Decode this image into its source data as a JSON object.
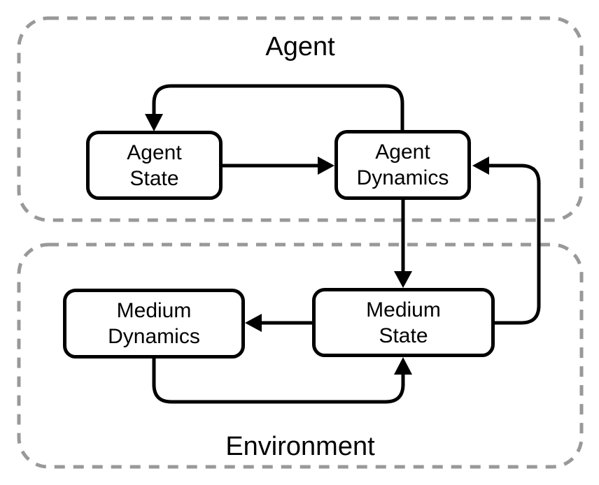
{
  "diagram": {
    "type": "block-diagram",
    "background_color": "#ffffff",
    "line_color": "#000000",
    "group_border_color": "#999999",
    "node_background_color": "#ffffff",
    "groups": [
      {
        "id": "agent",
        "label": "Agent"
      },
      {
        "id": "environment",
        "label": "Environment"
      }
    ],
    "nodes": [
      {
        "id": "agent-state",
        "label": "Agent\nState",
        "group": "agent"
      },
      {
        "id": "agent-dynamics",
        "label": "Agent\nDynamics",
        "group": "agent"
      },
      {
        "id": "medium-dynamics",
        "label": "Medium\nDynamics",
        "group": "environment"
      },
      {
        "id": "medium-state",
        "label": "Medium\nState",
        "group": "environment"
      }
    ],
    "edges": [
      {
        "from": "agent-state",
        "to": "agent-dynamics",
        "route": "straight-right"
      },
      {
        "from": "agent-dynamics",
        "to": "agent-state",
        "route": "feedback-over-top"
      },
      {
        "from": "agent-dynamics",
        "to": "medium-state",
        "route": "straight-down"
      },
      {
        "from": "medium-state",
        "to": "agent-dynamics",
        "route": "up-right-side"
      },
      {
        "from": "medium-state",
        "to": "medium-dynamics",
        "route": "straight-left"
      },
      {
        "from": "medium-dynamics",
        "to": "medium-state",
        "route": "feedback-under-bottom"
      }
    ]
  }
}
